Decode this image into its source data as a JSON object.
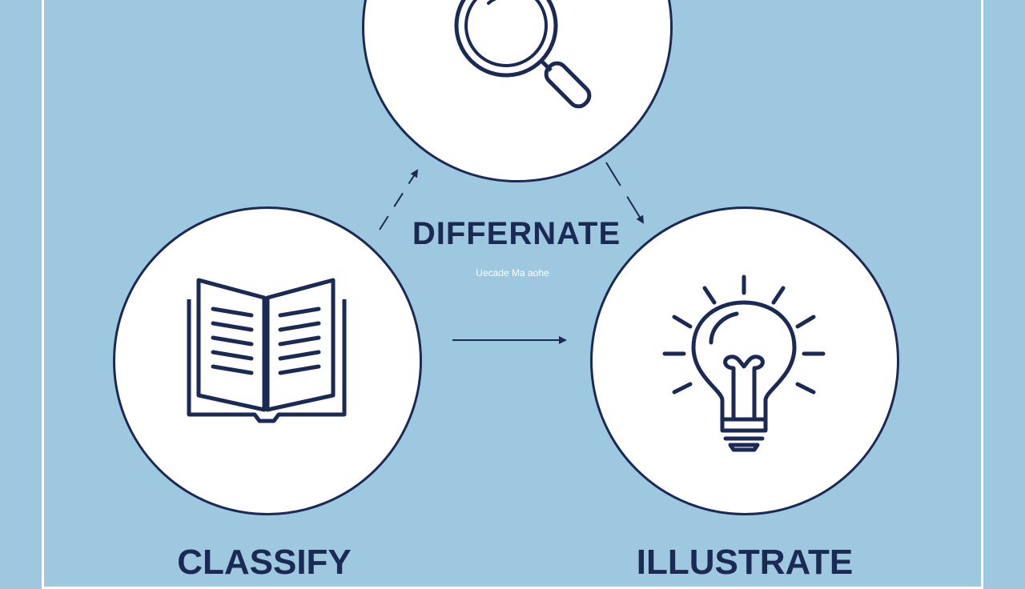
{
  "diagram": {
    "nodes": [
      {
        "id": "differentiate",
        "icon": "magnifying-glass-icon",
        "label": "DIFFERNATE",
        "sublabel": "Uecade Ma aohe"
      },
      {
        "id": "classify",
        "icon": "open-book-icon",
        "label": "CLASSIFY"
      },
      {
        "id": "illustrate",
        "icon": "lightbulb-icon",
        "label": "ILLUSTRATE"
      }
    ],
    "edges": [
      {
        "from": "classify",
        "to": "differentiate",
        "style": "dashed"
      },
      {
        "from": "differentiate",
        "to": "illustrate",
        "style": "dashed"
      },
      {
        "from": "classify",
        "to": "illustrate",
        "style": "solid"
      }
    ]
  },
  "colors": {
    "background": "#9ec8e0",
    "ink": "#1b2a55",
    "circle_fill": "#ffffff"
  }
}
